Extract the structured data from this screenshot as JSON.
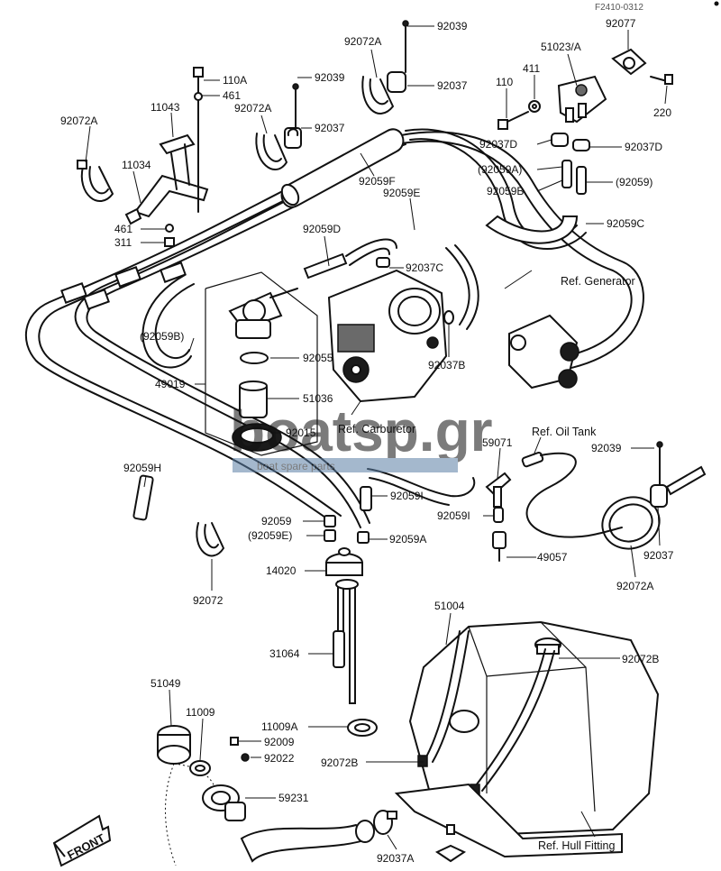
{
  "figure_code": "F2410-0312",
  "watermark": {
    "logo": "boatsp.gr",
    "tagline": "boat spare parts",
    "color": "#5a7fa6"
  },
  "front_label": "FRONT",
  "labels": [
    {
      "id": "92039-top",
      "text": "92039"
    },
    {
      "id": "92072A-top",
      "text": "92072A"
    },
    {
      "id": "92037-top",
      "text": "92037"
    },
    {
      "id": "92039-mid",
      "text": "92039"
    },
    {
      "id": "92072A-mid",
      "text": "92072A"
    },
    {
      "id": "92037-mid",
      "text": "92037"
    },
    {
      "id": "110A",
      "text": "110A"
    },
    {
      "id": "461-top",
      "text": "461"
    },
    {
      "id": "11043",
      "text": "11043"
    },
    {
      "id": "92072A-left",
      "text": "92072A"
    },
    {
      "id": "11034",
      "text": "11034"
    },
    {
      "id": "461-bot",
      "text": "461"
    },
    {
      "id": "311",
      "text": "311"
    },
    {
      "id": "92059F",
      "text": "92059F"
    },
    {
      "id": "92059E",
      "text": "92059E"
    },
    {
      "id": "92077",
      "text": "92077"
    },
    {
      "id": "51023A",
      "text": "51023/A"
    },
    {
      "id": "411",
      "text": "411"
    },
    {
      "id": "110",
      "text": "110"
    },
    {
      "id": "220",
      "text": "220"
    },
    {
      "id": "92037D-l",
      "text": "92037D"
    },
    {
      "id": "92037D-r",
      "text": "92037D"
    },
    {
      "id": "92059A-p",
      "text": "(92059A)"
    },
    {
      "id": "92059B",
      "text": "92059B"
    },
    {
      "id": "92059-p",
      "text": "(92059)"
    },
    {
      "id": "92059C",
      "text": "92059C"
    },
    {
      "id": "92059D",
      "text": "92059D"
    },
    {
      "id": "92037C",
      "text": "92037C"
    },
    {
      "id": "ref-generator",
      "text": "Ref. Generator"
    },
    {
      "id": "92059B-p",
      "text": "(92059B)"
    },
    {
      "id": "92055",
      "text": "92055"
    },
    {
      "id": "49019",
      "text": "49019"
    },
    {
      "id": "51036",
      "text": "51036"
    },
    {
      "id": "92015",
      "text": "92015"
    },
    {
      "id": "92037B",
      "text": "92037B"
    },
    {
      "id": "ref-carburetor",
      "text": "Ref. Carburetor"
    },
    {
      "id": "ref-oil-tank",
      "text": "Ref. Oil Tank"
    },
    {
      "id": "59071",
      "text": "59071"
    },
    {
      "id": "92039-right",
      "text": "92039"
    },
    {
      "id": "92059H",
      "text": "92059H"
    },
    {
      "id": "92059I-a",
      "text": "92059I"
    },
    {
      "id": "92059I-b",
      "text": "92059I"
    },
    {
      "id": "92059",
      "text": "92059"
    },
    {
      "id": "92059E-p",
      "text": "(92059E)"
    },
    {
      "id": "92059A",
      "text": "92059A"
    },
    {
      "id": "49057",
      "text": "49057"
    },
    {
      "id": "92037-right",
      "text": "92037"
    },
    {
      "id": "92072",
      "text": "92072"
    },
    {
      "id": "92072A-right",
      "text": "92072A"
    },
    {
      "id": "14020",
      "text": "14020"
    },
    {
      "id": "51004",
      "text": "51004"
    },
    {
      "id": "92072B-top",
      "text": "92072B"
    },
    {
      "id": "31064",
      "text": "31064"
    },
    {
      "id": "51049",
      "text": "51049"
    },
    {
      "id": "11009",
      "text": "11009"
    },
    {
      "id": "11009A",
      "text": "11009A"
    },
    {
      "id": "92009",
      "text": "92009"
    },
    {
      "id": "92022",
      "text": "92022"
    },
    {
      "id": "92072B-bot",
      "text": "92072B"
    },
    {
      "id": "59231",
      "text": "59231"
    },
    {
      "id": "92037A",
      "text": "92037A"
    },
    {
      "id": "ref-hull-fitting",
      "text": "Ref. Hull Fitting"
    }
  ]
}
